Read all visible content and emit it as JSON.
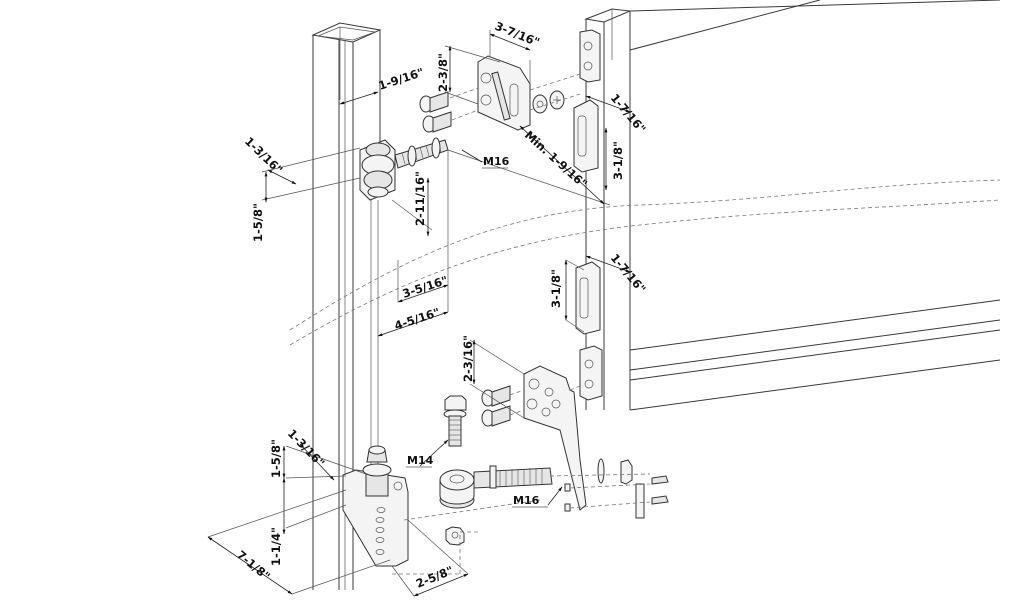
{
  "diagram": {
    "title": "Gate hinge installation exploded view",
    "colors": {
      "line": "#3a3a3a",
      "background": "#ffffff",
      "part_fill": "#f4f4f4"
    },
    "components": [
      "left-gate-post",
      "right-gate-frame",
      "upper-hinge-eye-bolt",
      "upper-gate-bracket",
      "lower-hinge-bracket",
      "lower-gate-bracket",
      "eye-bolt-M16",
      "bolt-M14",
      "nut",
      "washers",
      "screws"
    ],
    "dimensions": {
      "upper_post_offset": "1-9/16\"",
      "upper_bracket_width": "3-7/16\"",
      "upper_bracket_height": "2-3/8\"",
      "upper_frame_offset": "1-7/16\"",
      "upper_plate_height": "3-1/8\"",
      "min_gap": "Min. 1-9/16\"",
      "upper_hinge_offset": "1-3/16\"",
      "upper_hinge_height": "1-5/8\"",
      "eye_bolt_length": "2-11/16\"",
      "inner_span": "3-5/16\"",
      "outer_span": "4-5/16\"",
      "lower_frame_offset": "1-7/16\"",
      "lower_plate_height": "3-1/8\"",
      "lower_bracket_height": "2-3/16\"",
      "lower_hinge_offset": "1-3/16\"",
      "lower_hinge_height": "1-5/8\"",
      "lower_base_height": "1-1/4\"",
      "lower_total_depth": "7-1/8\"",
      "lower_bracket_depth": "2-5/8\""
    },
    "callouts": {
      "upper_thread": "M16",
      "lower_bolt": "M14",
      "lower_thread": "M16"
    }
  }
}
